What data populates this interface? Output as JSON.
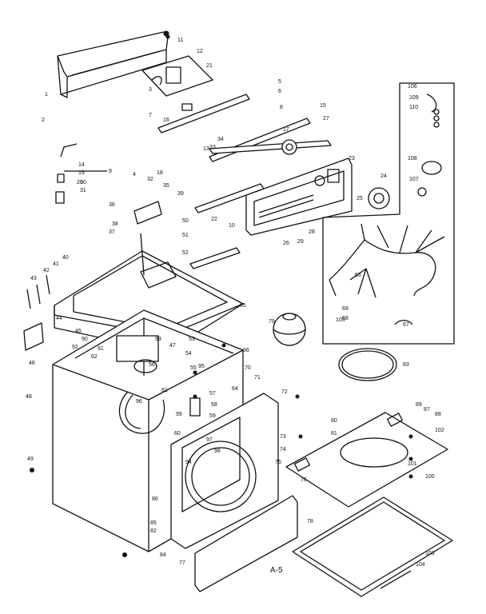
{
  "page_label": "A-5",
  "callouts": [
    "1",
    "2",
    "3",
    "4",
    "5",
    "6",
    "7",
    "8",
    "9",
    "10",
    "11",
    "12",
    "13",
    "14",
    "15",
    "16",
    "17",
    "18",
    "19",
    "20",
    "21",
    "22",
    "23",
    "24",
    "25",
    "26",
    "27",
    "28",
    "29",
    "30",
    "31",
    "32",
    "33",
    "34",
    "35",
    "36",
    "37",
    "38",
    "39",
    "40",
    "41",
    "42",
    "43",
    "44",
    "45",
    "46",
    "47",
    "48",
    "49",
    "50",
    "51",
    "52",
    "53",
    "54",
    "55",
    "56",
    "57",
    "58",
    "59",
    "60",
    "61",
    "62",
    "63",
    "64",
    "65",
    "66",
    "67",
    "68",
    "69",
    "70",
    "71",
    "72",
    "73",
    "74",
    "75",
    "76",
    "77",
    "78",
    "79",
    "80",
    "81",
    "82",
    "83",
    "84",
    "85",
    "86",
    "87",
    "88",
    "89",
    "90",
    "91",
    "92",
    "93",
    "94",
    "95",
    "96",
    "97",
    "98",
    "99",
    "100",
    "101",
    "102",
    "103",
    "104",
    "105",
    "106",
    "107",
    "108",
    "109",
    "110"
  ]
}
